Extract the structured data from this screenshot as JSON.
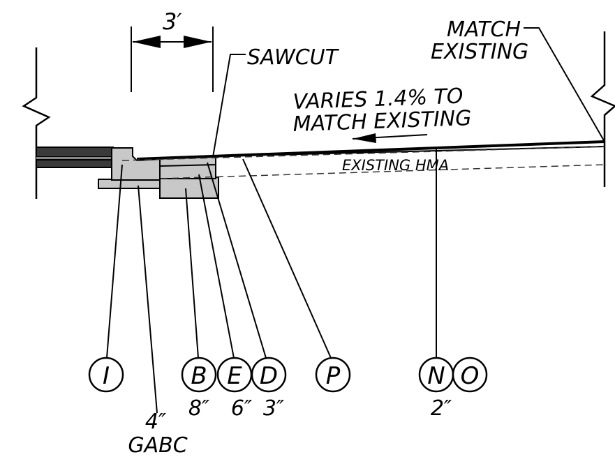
{
  "labels": {
    "dimension": "3′",
    "sawcut": "SAWCUT",
    "match_existing_line1": "MATCH",
    "match_existing_line2": "EXISTING",
    "slope_line1": "VARIES 1.4% TO",
    "slope_line2": "MATCH EXISTING",
    "existing_hma": "EXISTING HMA"
  },
  "callouts": [
    {
      "letter": "I",
      "depth": ""
    },
    {
      "letter": "B",
      "depth": "8″"
    },
    {
      "letter": "E",
      "depth": "6″"
    },
    {
      "letter": "D",
      "depth": "3″"
    },
    {
      "letter": "P",
      "depth": ""
    },
    {
      "letter": "N",
      "depth": "2″"
    },
    {
      "letter": "O",
      "depth": ""
    }
  ],
  "gabc": {
    "depth": "4″",
    "name": "GABC"
  },
  "colors": {
    "line": "#000000",
    "concrete": "#c8c8c8",
    "curb_dark": "#3a3a3a",
    "curb_mid": "#888888"
  }
}
